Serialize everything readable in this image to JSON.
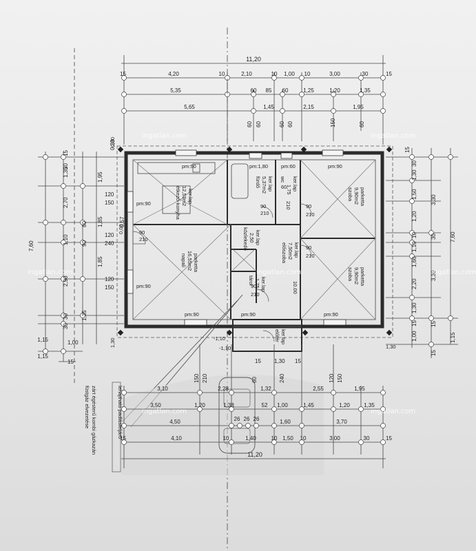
{
  "top_dims": {
    "row1": {
      "total": "11,20"
    },
    "row2": [
      "15",
      "4,20",
      "10",
      "2,10",
      "10",
      "1,00",
      "10",
      "3,00",
      "30",
      "15"
    ],
    "row3": [
      "5,35",
      "60",
      "85",
      "60",
      "1,25",
      "1,20",
      "1,35"
    ],
    "row4": [
      "5,65",
      "1,45",
      "2,15",
      "1,95"
    ],
    "verticals": [
      "60",
      "60",
      "60",
      "60",
      "150",
      "60"
    ]
  },
  "left_dims": {
    "outer": [
      "1,95",
      "1,85",
      "1,85",
      "7,60",
      "1,15"
    ],
    "inner": [
      "1,35",
      "2,70",
      "1,10",
      "2,90",
      "1,35"
    ],
    "small": [
      "80",
      "90",
      "120",
      "150",
      "120",
      "240",
      "120",
      "150",
      "15",
      "30",
      "30",
      "30",
      "0,57",
      "0,30"
    ],
    "bottom_left": [
      "1,15",
      "1,00",
      "15"
    ]
  },
  "right_dims": {
    "labels": [
      "15",
      "30",
      "1,30",
      "1,50",
      "1,20",
      "10",
      "1,10",
      "1,60",
      "2,20",
      "1,30",
      "15",
      "1,00",
      "15",
      "3,30",
      "7,60",
      "3,30",
      "1,15",
      "30",
      "15"
    ]
  },
  "rooms": [
    {
      "name": "étkező-konyha",
      "area": "12,53m2",
      "floor": "ker.lap"
    },
    {
      "name": "fürdő",
      "area": "5,37m2",
      "floor": "ker.lap"
    },
    {
      "name": "wc",
      "area": "1,75",
      "floor": "ker.lap"
    },
    {
      "name": "szoba",
      "area": "9,90m2",
      "floor": "parketta"
    },
    {
      "name": "közlekedő",
      "area": "2,50",
      "floor": "ker.lap"
    },
    {
      "name": "előszoba",
      "area": "7,50m2",
      "floor": "ker.lap"
    },
    {
      "name": "napali",
      "area": "16,55m2",
      "floor": "parketta"
    },
    {
      "name": "szoba",
      "area": "9,90m2",
      "floor": "parketta"
    },
    {
      "name": "tárol",
      "area": "1,75",
      "floor": "ker.lap"
    },
    {
      "name": "előtér",
      "area": "",
      "floor": "ker.lap"
    }
  ],
  "door_labels": [
    "pm:90",
    "pm:90",
    "pm:90",
    "pm:90",
    "pm:90",
    "pm:90",
    "pm:90",
    "pm:60",
    "pm:1,80"
  ],
  "door_sizes": [
    "90",
    "210",
    "90",
    "210",
    "90",
    "210",
    "90",
    "210",
    "60",
    "210",
    "90",
    "210"
  ],
  "misc_labels": [
    "10.00",
    "-1,10",
    "1,30",
    "-1,10",
    "1,30",
    "-0,30",
    "0,00"
  ],
  "bottom_dims": {
    "verticals": [
      "150",
      "210",
      "60",
      "240",
      "120",
      "150"
    ],
    "row1": [
      "3,10",
      "2,28",
      "1,32",
      "2,55",
      "1,95"
    ],
    "row2": [
      "3,50",
      "1,20",
      "1,38",
      "52",
      "1,00",
      "1,45",
      "1,20",
      "1,35"
    ],
    "row3": [
      "4,50",
      "1,60",
      "3,70"
    ],
    "row3_small": [
      "26",
      "26",
      "26"
    ],
    "row4": [
      "15",
      "4,10",
      "10",
      "1,40",
      "10",
      "1,50",
      "10",
      "3,00",
      "30",
      "15"
    ],
    "total": "11,20",
    "entry": [
      "15",
      "1,30",
      "15"
    ]
  },
  "notes": {
    "n1": "lehajtható padlásfeljáró",
    "n2": "zárt égésterű kombi gázkazán",
    "n3": "füstgáz elvezetése"
  },
  "watermarks": [
    "ingatlan.com",
    "ingatlan.com",
    "ingatlan.com",
    "ingatlan.com",
    "ingatlan.com",
    "ingatlan.com",
    "ingatlan.com"
  ],
  "colors": {
    "paper": "#e9e9e9",
    "ink": "#2b2b2b",
    "watermark": "#ffffff"
  }
}
